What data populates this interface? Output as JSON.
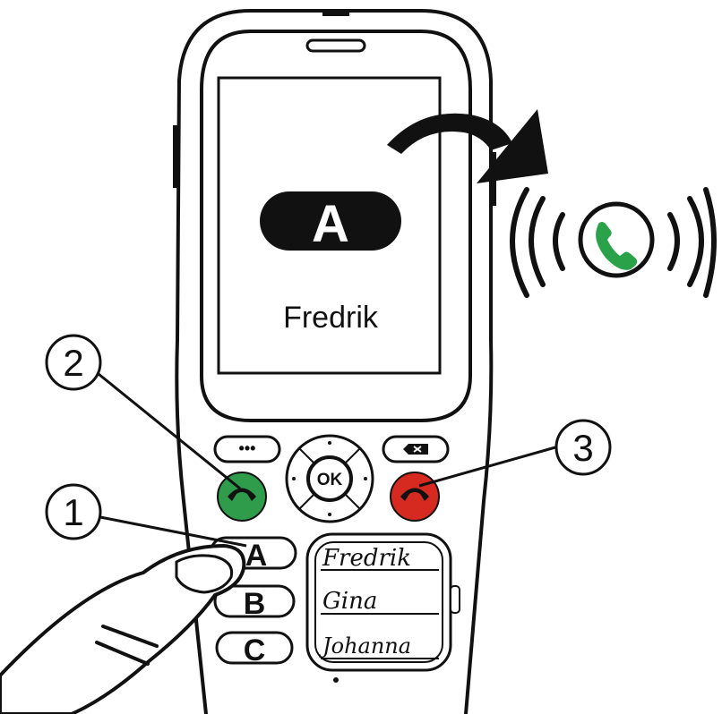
{
  "screen": {
    "badge_letter": "A",
    "contact_name": "Fredrik"
  },
  "callouts": [
    {
      "number": "1"
    },
    {
      "number": "2"
    },
    {
      "number": "3"
    }
  ],
  "keypad": {
    "ok_label": "OK",
    "speed_dial_keys": [
      "A",
      "B",
      "C"
    ],
    "menu_dots": "•••"
  },
  "label_card": {
    "names": [
      "Fredrik",
      "Gina",
      "Johanna"
    ]
  },
  "icons": {
    "call_button": "phone-call-icon",
    "end_button": "phone-hangup-icon",
    "backspace": "backspace-icon",
    "ringing": "ringing-phone-icon",
    "arrow": "curved-arrow-icon"
  },
  "colors": {
    "call_green": "#2e9c4a",
    "hangup_red": "#d62a20",
    "ink": "#111111",
    "ringing_phone_green": "#2aa24a"
  }
}
